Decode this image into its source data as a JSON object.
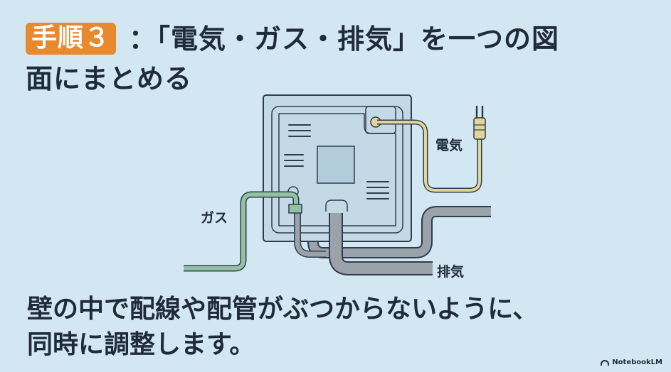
{
  "title": {
    "step_badge": "手順３",
    "line1": "：「電気・ガス・排気」を一つの図",
    "line2": "面にまとめる"
  },
  "diagram": {
    "label_electric": "電気",
    "label_gas": "ガス",
    "label_exhaust": "排気",
    "colors": {
      "electric": "#e3d59a",
      "gas": "#93c2a1",
      "exhaust": "#9aa2aa",
      "panel": "#c4d9e6",
      "outline": "#2f3d4d"
    }
  },
  "body": {
    "line1": "壁の中で配線や配管がぶつからないように、",
    "line2": "同時に調整します。"
  },
  "branding": {
    "name": "NotebookLM"
  }
}
